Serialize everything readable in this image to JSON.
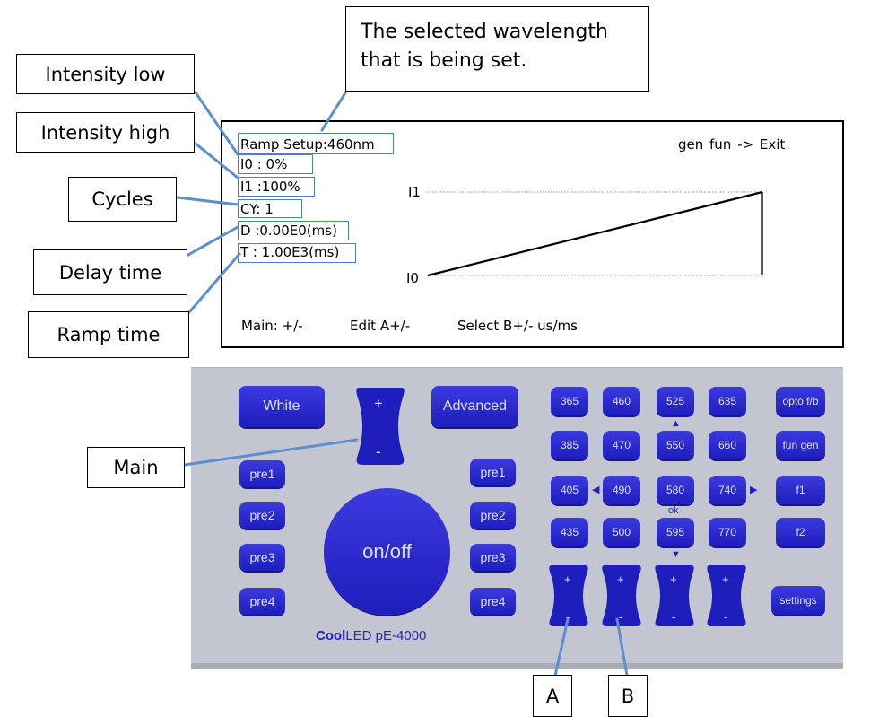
{
  "callouts": {
    "wavelength": [
      "The selected wavelength",
      "that is being set."
    ],
    "intensity_low": "Intensity low",
    "intensity_high": "Intensity high",
    "cycles": "Cycles",
    "delay_time": "Delay time",
    "ramp_time": "Ramp time",
    "main": "Main",
    "a": "A",
    "b": "B"
  },
  "screen": {
    "title": "Ramp Setup:460nm",
    "nav": "gen   fun -> Exit",
    "i0": "I0 :   0%",
    "i1": "I1 :100%",
    "cy": "CY:   1",
    "d": "D :0.00E0(ms)",
    "t": "T : 1.00E3(ms)",
    "graph_i1": "I1",
    "graph_i0": "I0",
    "footer_main": "Main: +/-",
    "footer_edit": "Edit A+/-",
    "footer_select": "Select  B+/-  us/ms"
  },
  "panel": {
    "white": "White",
    "advanced": "Advanced",
    "main_plus": "+",
    "main_minus": "-",
    "pre_left": [
      "pre1",
      "pre2",
      "pre3",
      "pre4"
    ],
    "pre_right": [
      "pre1",
      "pre2",
      "pre3",
      "pre4"
    ],
    "onoff": "on/off",
    "brand_cool": "Cool",
    "brand_rest": "LED pE-4000",
    "wl_rows": [
      [
        "365",
        "460",
        "525",
        "635"
      ],
      [
        "385",
        "470",
        "550",
        "660"
      ],
      [
        "405",
        "490",
        "580",
        "740"
      ],
      [
        "435",
        "500",
        "595",
        "770"
      ]
    ],
    "ok": "ok",
    "side": [
      "opto f/b",
      "fun gen",
      "f1",
      "f2"
    ],
    "knob_plus": "+",
    "knob_minus": "-",
    "settings": "settings"
  },
  "colors": {
    "panel": "#c3c6d0",
    "button": "#1e1ebd",
    "highlight": "#4a7fc0",
    "leader": "#5b8fd0"
  }
}
